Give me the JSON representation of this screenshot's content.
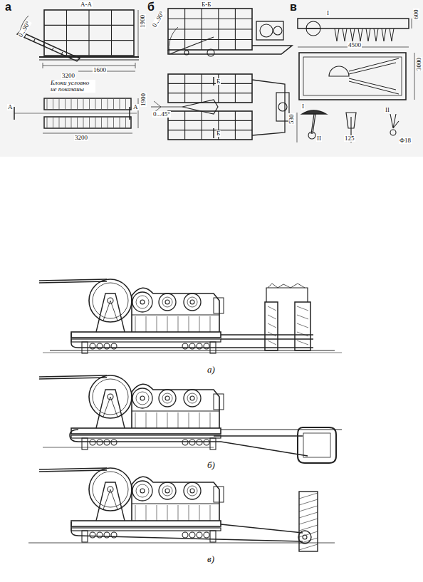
{
  "diagram": {
    "labels": [
      "а",
      "А-А",
      "0...90°",
      "1900",
      "3200",
      "1600",
      "Блоки условно не показаны",
      "А",
      "А",
      "1900",
      "3200",
      "б",
      "Б-Б",
      "0...90°",
      "0...45°",
      "Б",
      "Б",
      "в",
      "I",
      "600",
      "4500",
      "3000",
      "I",
      "II",
      "530",
      "125",
      "II",
      "Ф18",
      "а)",
      "б)",
      "в)"
    ]
  }
}
